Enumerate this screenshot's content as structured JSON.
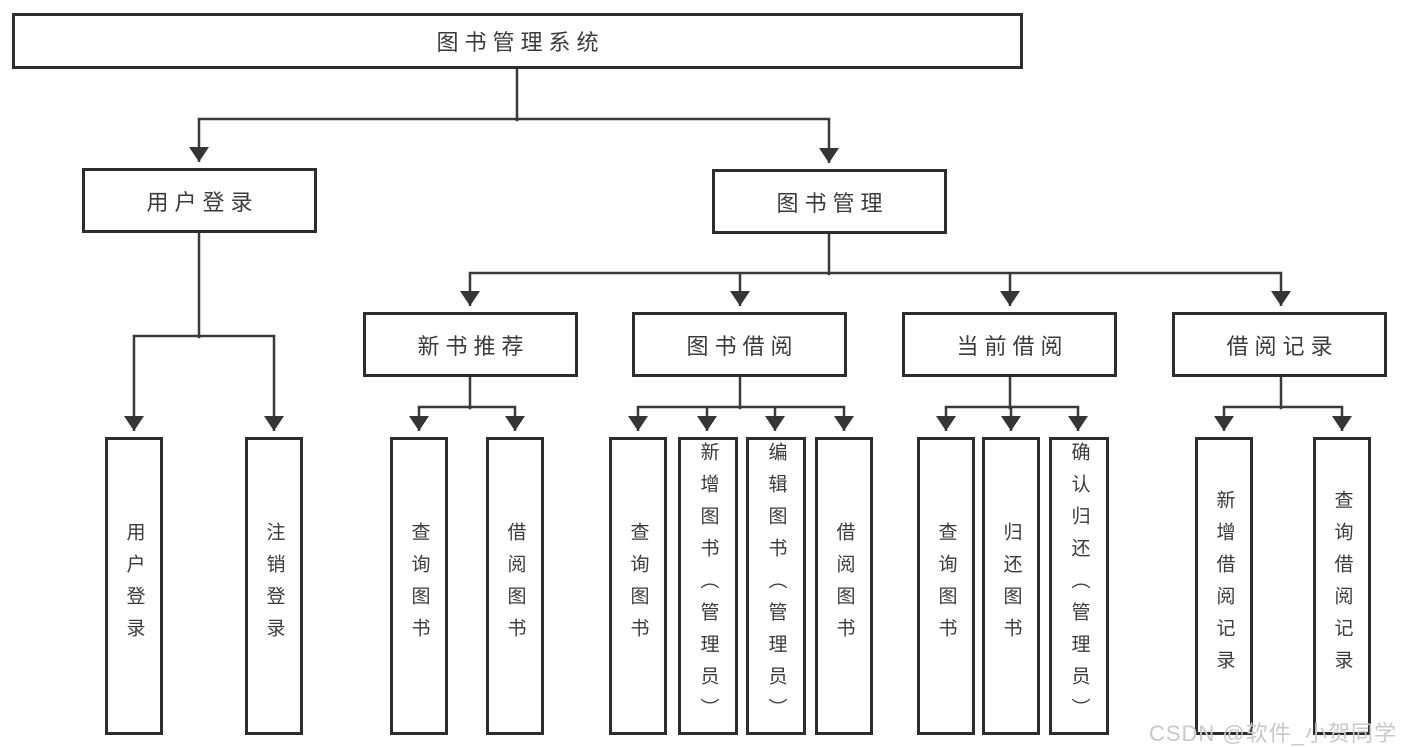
{
  "diagram": {
    "root": "图书管理系统",
    "level2": [
      {
        "label": "用户登录",
        "leaves": [
          "用户登录",
          "注销登录"
        ]
      },
      {
        "label": "图书管理",
        "groups": [
          {
            "label": "新书推荐",
            "leaves": [
              "查询图书",
              "借阅图书"
            ]
          },
          {
            "label": "图书借阅",
            "leaves": [
              "查询图书",
              "新增图书（管理员）",
              "编辑图书（管理员）",
              "借阅图书"
            ]
          },
          {
            "label": "当前借阅",
            "leaves": [
              "查询图书",
              "归还图书",
              "确认归还（管理员）"
            ]
          },
          {
            "label": "借阅记录",
            "leaves": [
              "新增借阅记录",
              "查询借阅记录"
            ]
          }
        ]
      }
    ]
  },
  "watermark": "CSDN @软件_小贺同学",
  "colors": {
    "line": "#3a3a3a",
    "box_border": "#2d2d2d",
    "text": "#3b3b3b",
    "watermark": "#c8c8c8",
    "background": "#ffffff"
  }
}
